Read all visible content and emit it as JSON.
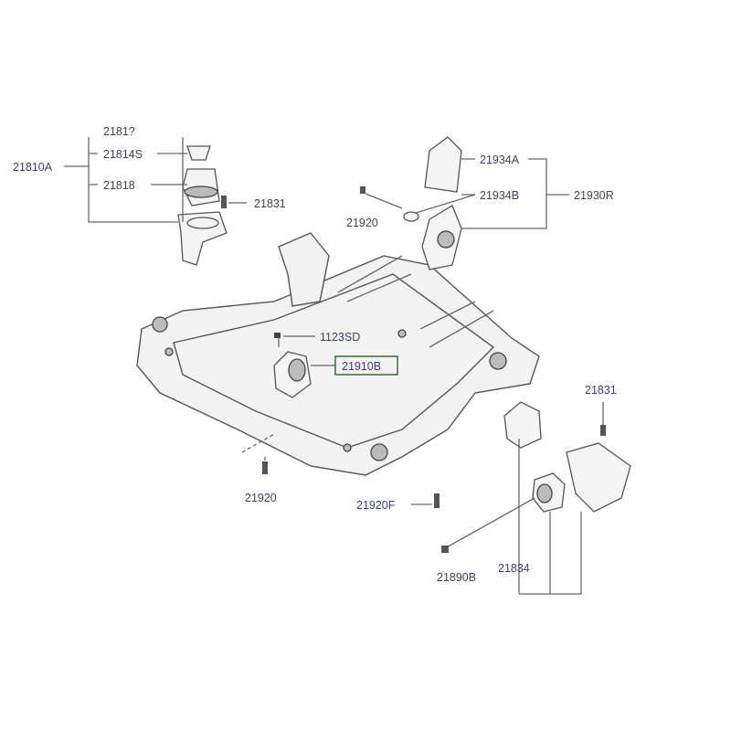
{
  "diagram": {
    "title": "Front subframe and engine mount parts diagram",
    "highlight_color": "#f5f03a",
    "labels": {
      "mount_assy_left": "21810A",
      "cut_off_top": "2181?",
      "bracket_left": "21814S",
      "insulator_left": "21818",
      "bolt_left": "21831",
      "bracket_right_top": "21934A",
      "bracket_right_mid": "21934B",
      "mount_assy_right": "21930R",
      "bolt_right_top": "21920",
      "bolt_center": "1123SD",
      "mount_center": "21910B",
      "bolt_rear_right": "21831",
      "bolt_front": "21920",
      "bolt_front_right": "21920F",
      "bolt_long": "21890B",
      "bushing_rear": "21834"
    }
  }
}
